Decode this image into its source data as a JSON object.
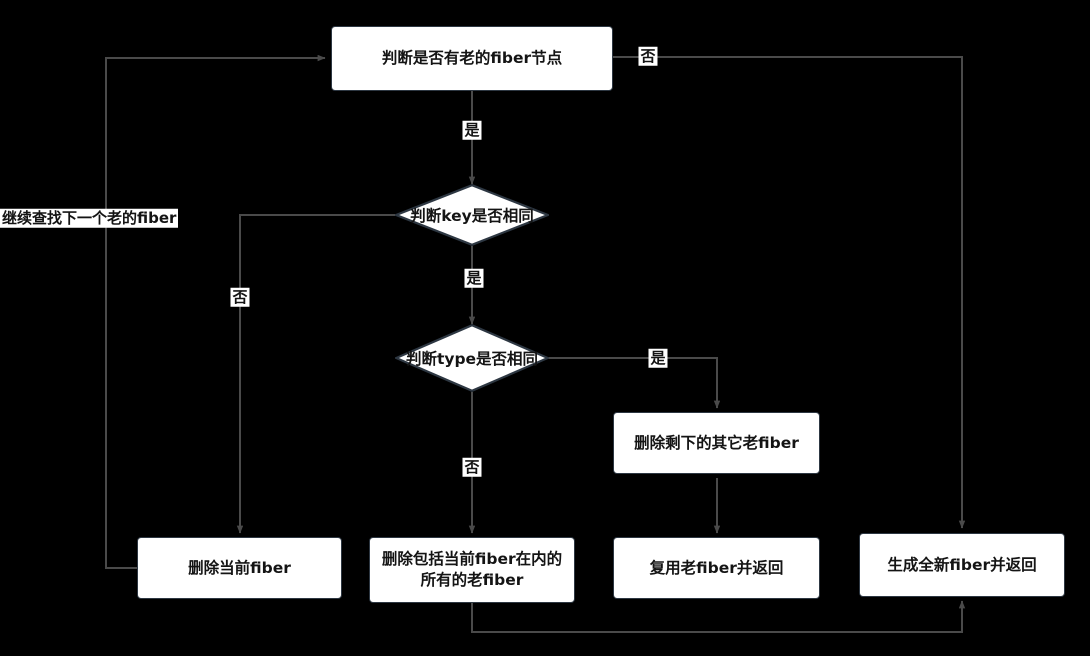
{
  "diagram": {
    "title": "React Fiber diff 流程图",
    "background_color": "#000000",
    "node_fill": "#ffffff",
    "node_border": "#2d3742",
    "edge_color": "#4d4d4d",
    "text_color": "#141414"
  },
  "nodes": {
    "has_old_fiber": "判断是否有老的fiber节点",
    "key_same": "判断key是否相同",
    "type_same": "判断type是否相同",
    "delete_rest_old": "删除剩下的其它老fiber",
    "delete_current": "删除当前fiber",
    "delete_all_old_line1": "删除包括当前fiber在内的",
    "delete_all_old_line2": "所有的老fiber",
    "reuse_old": "复用老fiber并返回",
    "create_new": "生成全新fiber并返回"
  },
  "edge_labels": {
    "no_old_fiber": "否",
    "yes_old_fiber": "是",
    "key_no": "否",
    "key_yes": "是",
    "type_yes": "是",
    "type_no": "否",
    "continue_next_old": "继续查找下一个老的fiber"
  }
}
